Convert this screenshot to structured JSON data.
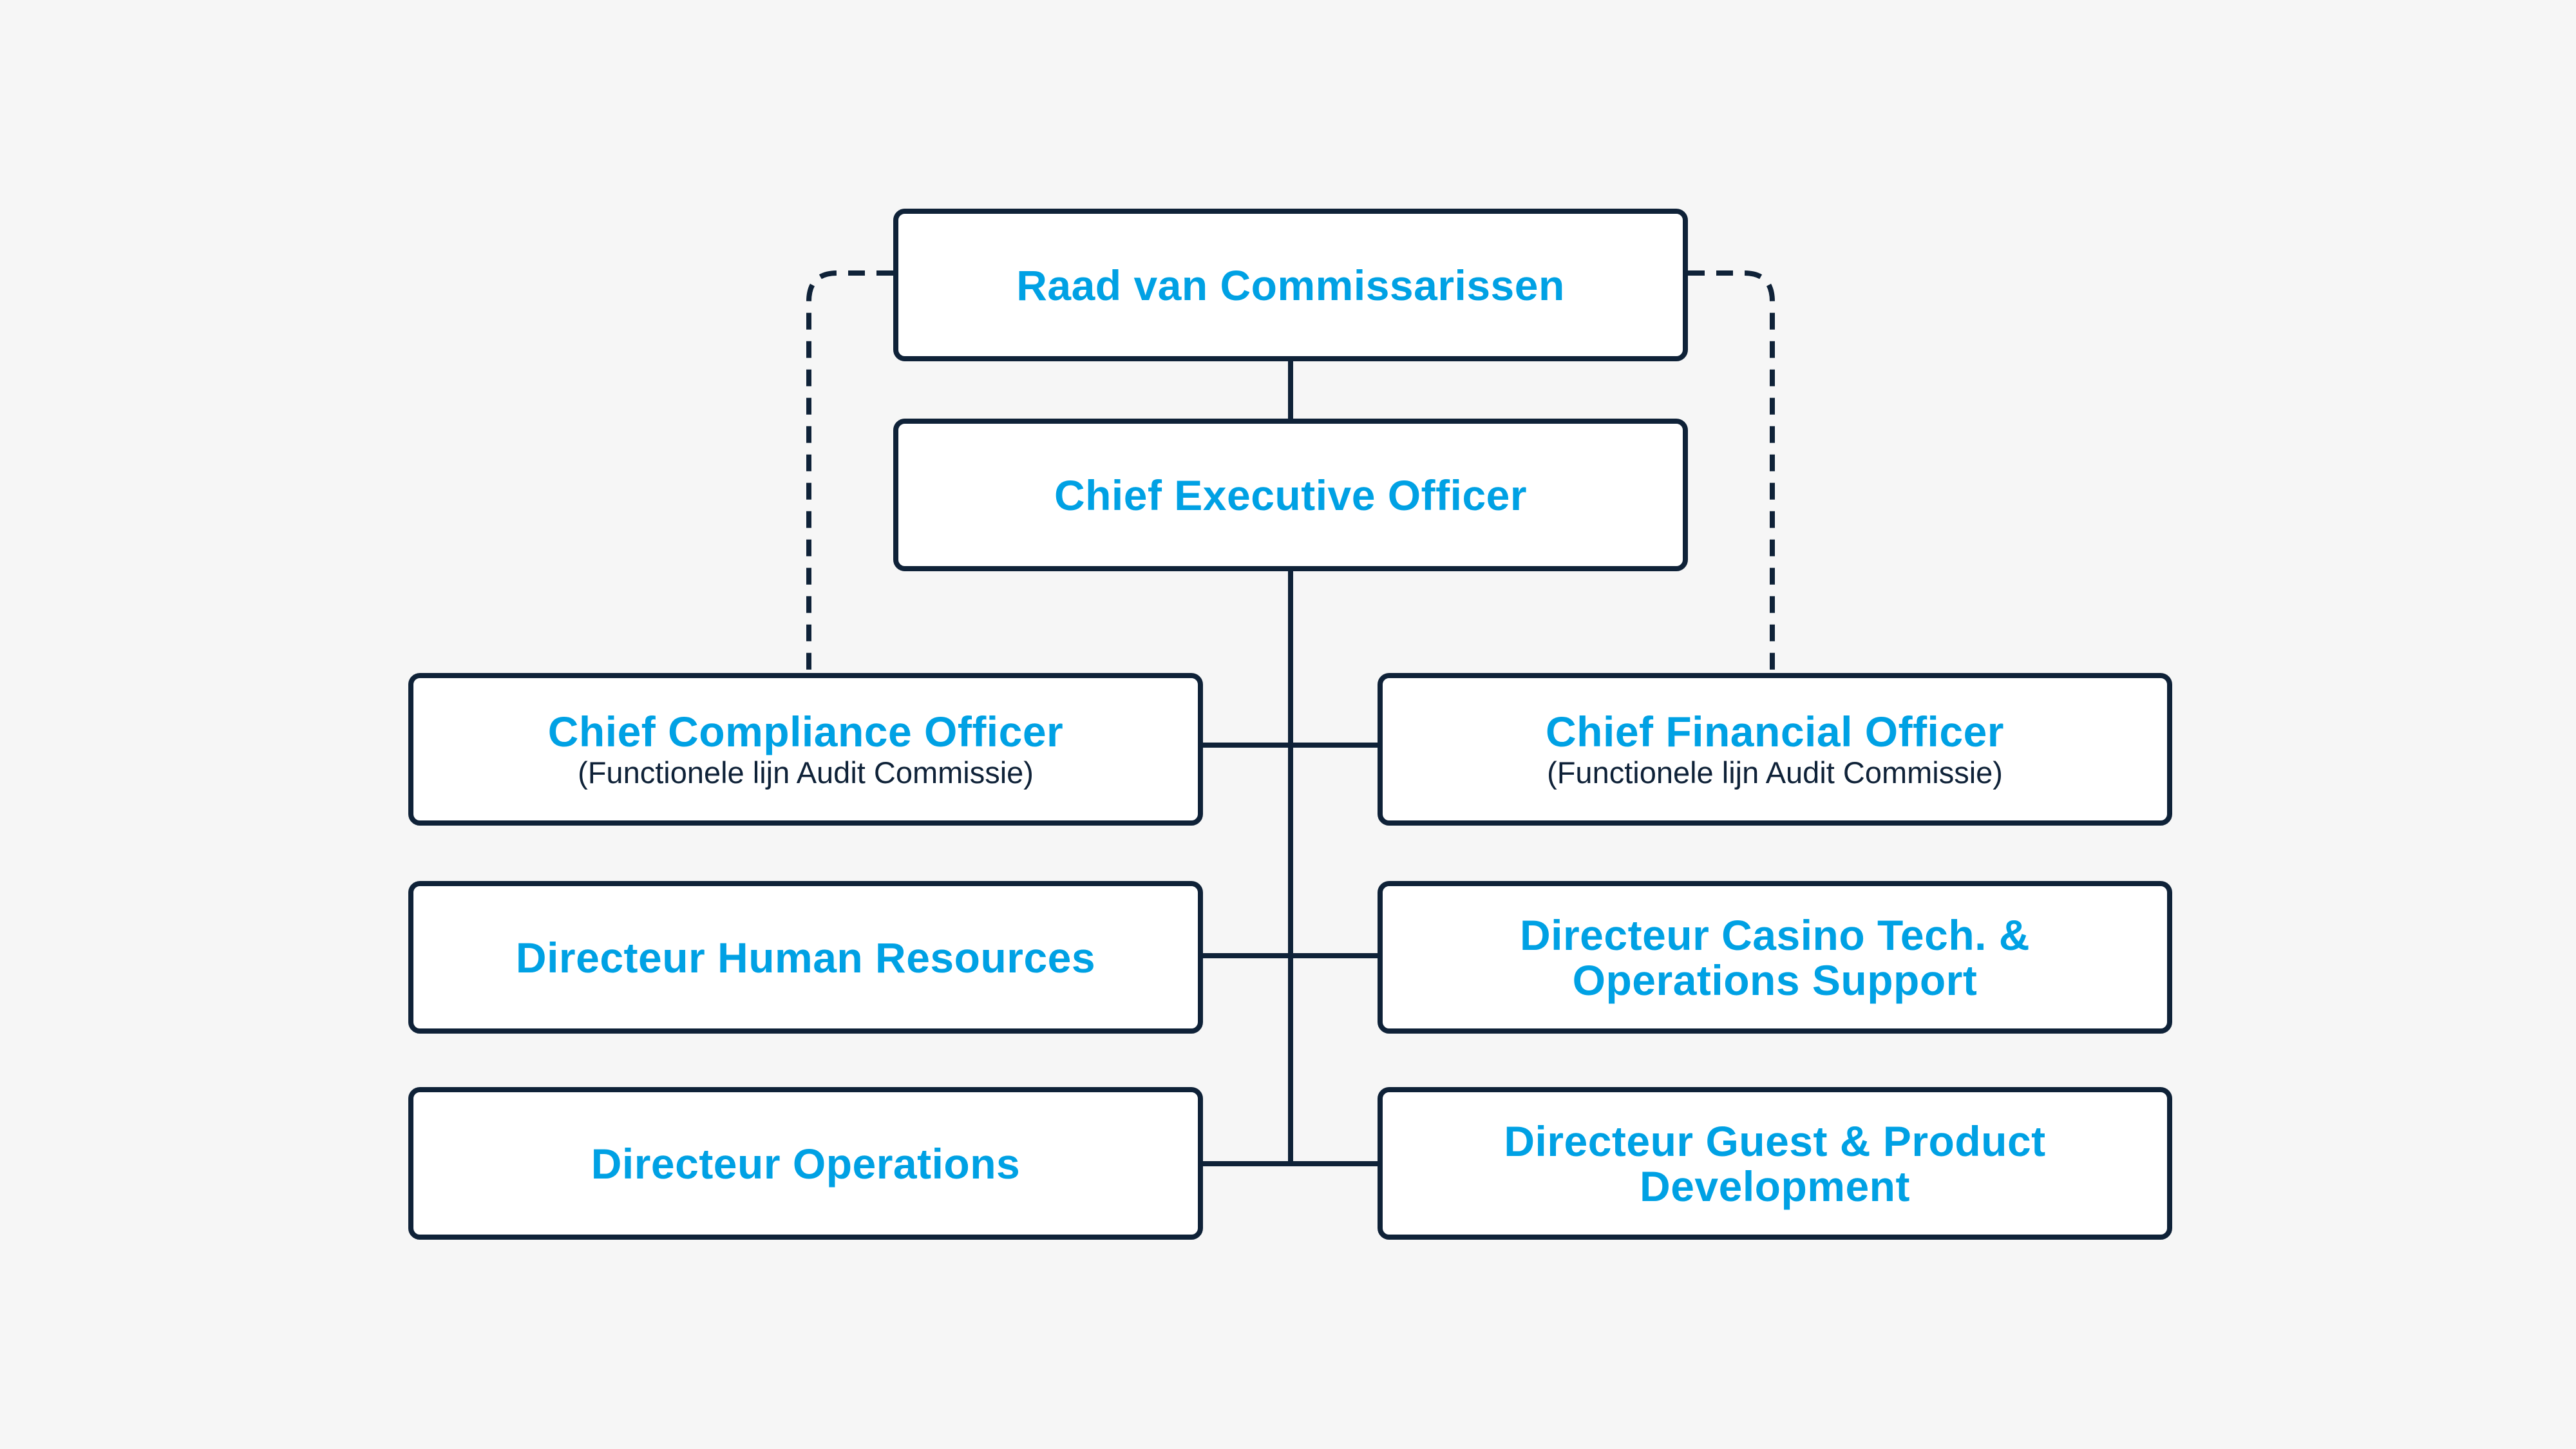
{
  "org_chart": {
    "board": {
      "title": "Raad van Commissarissen"
    },
    "ceo": {
      "title": "Chief Executive Officer"
    },
    "cco": {
      "title": "Chief Compliance Officer",
      "subtitle": "(Functionele lijn Audit Commissie)"
    },
    "cfo": {
      "title": "Chief Financial Officer",
      "subtitle": "(Functionele lijn Audit Commissie)"
    },
    "hr": {
      "title": "Directeur Human Resources"
    },
    "casino_tech": {
      "title_line1": "Directeur Casino Tech. &",
      "title_line2": "Operations Support"
    },
    "operations": {
      "title": "Directeur Operations"
    },
    "guest_product": {
      "title_line1": "Directeur Guest & Product",
      "title_line2": "Development"
    }
  },
  "colors": {
    "background": "#f6f6f6",
    "box_border": "#0f2238",
    "box_fill": "#ffffff",
    "title_text": "#00a1e4",
    "subtitle_text": "#0f2238",
    "connector": "#0f2238"
  }
}
